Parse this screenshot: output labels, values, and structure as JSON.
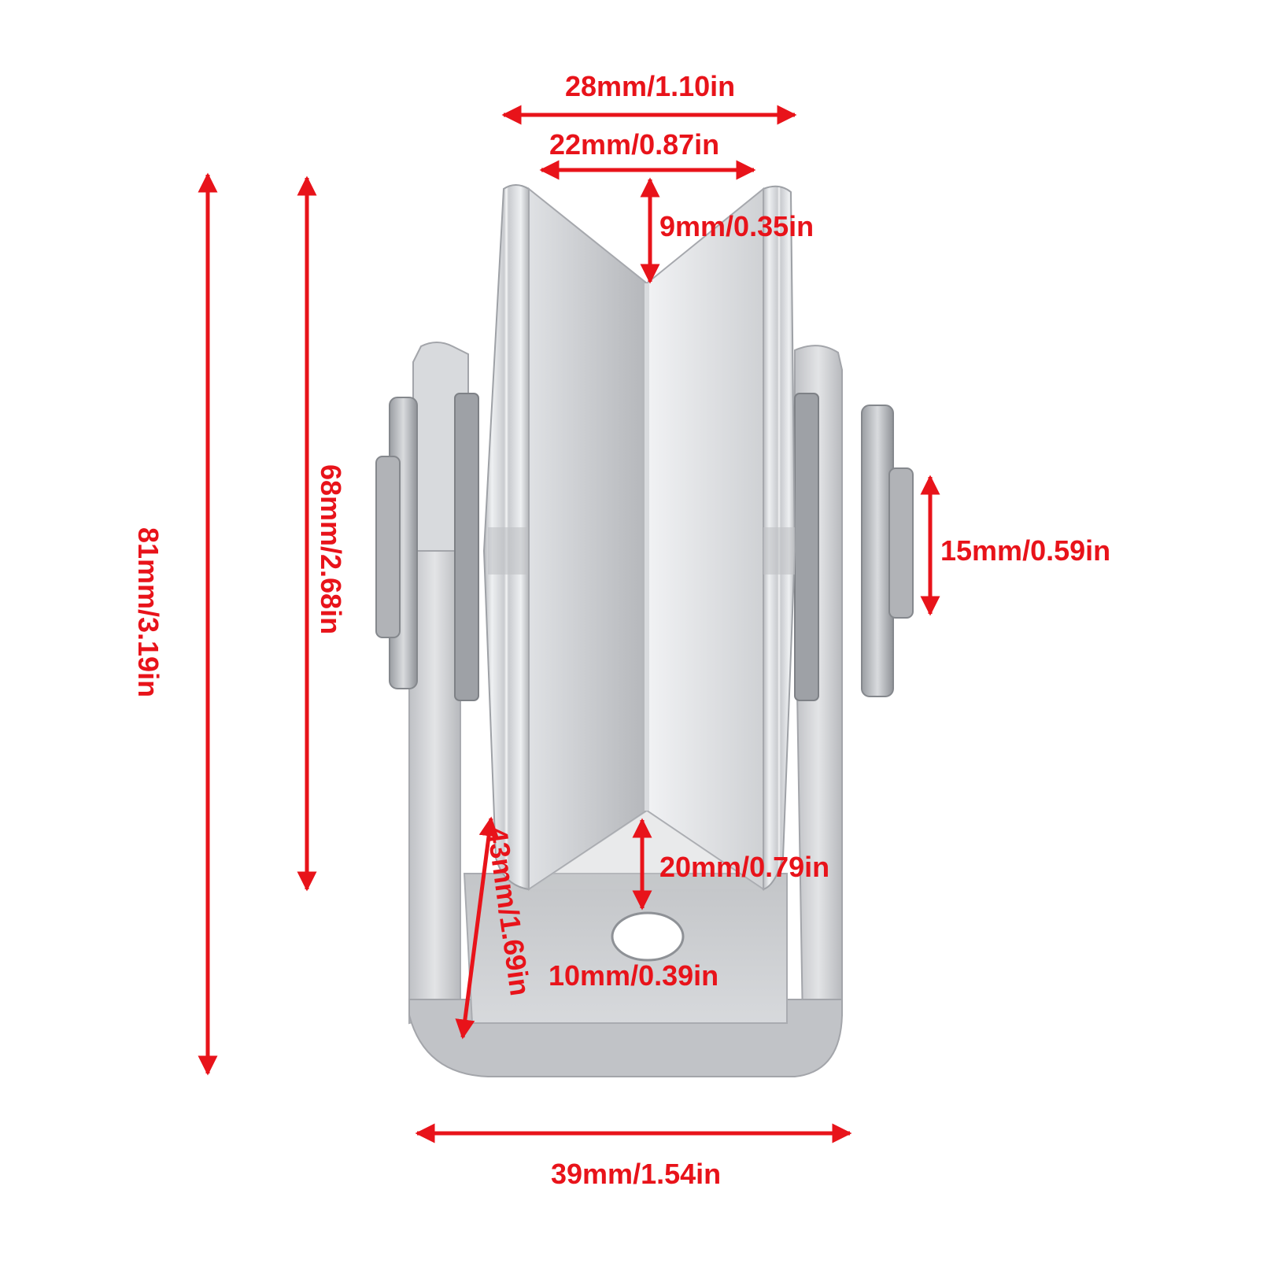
{
  "product": {
    "name": "V-groove wheel with U-bracket",
    "material_appearance": "brushed stainless steel"
  },
  "colors": {
    "dimension": "#e8131a",
    "steel_light": "#e9eaec",
    "steel_mid": "#c4c6c9",
    "steel_dark": "#8d9096",
    "background": "#ffffff"
  },
  "dimensions": {
    "top_outer_width": "28mm/1.10in",
    "groove_opening": "22mm/0.87in",
    "groove_depth": "9mm/0.35in",
    "overall_height": "81mm/3.19in",
    "wheel_diameter": "68mm/2.68in",
    "axle_nut": "15mm/0.59in",
    "bracket_height": "43mm/1.69in",
    "base_clearance": "20mm/0.79in",
    "mount_hole": "10mm/0.39in",
    "bracket_width": "39mm/1.54in"
  }
}
